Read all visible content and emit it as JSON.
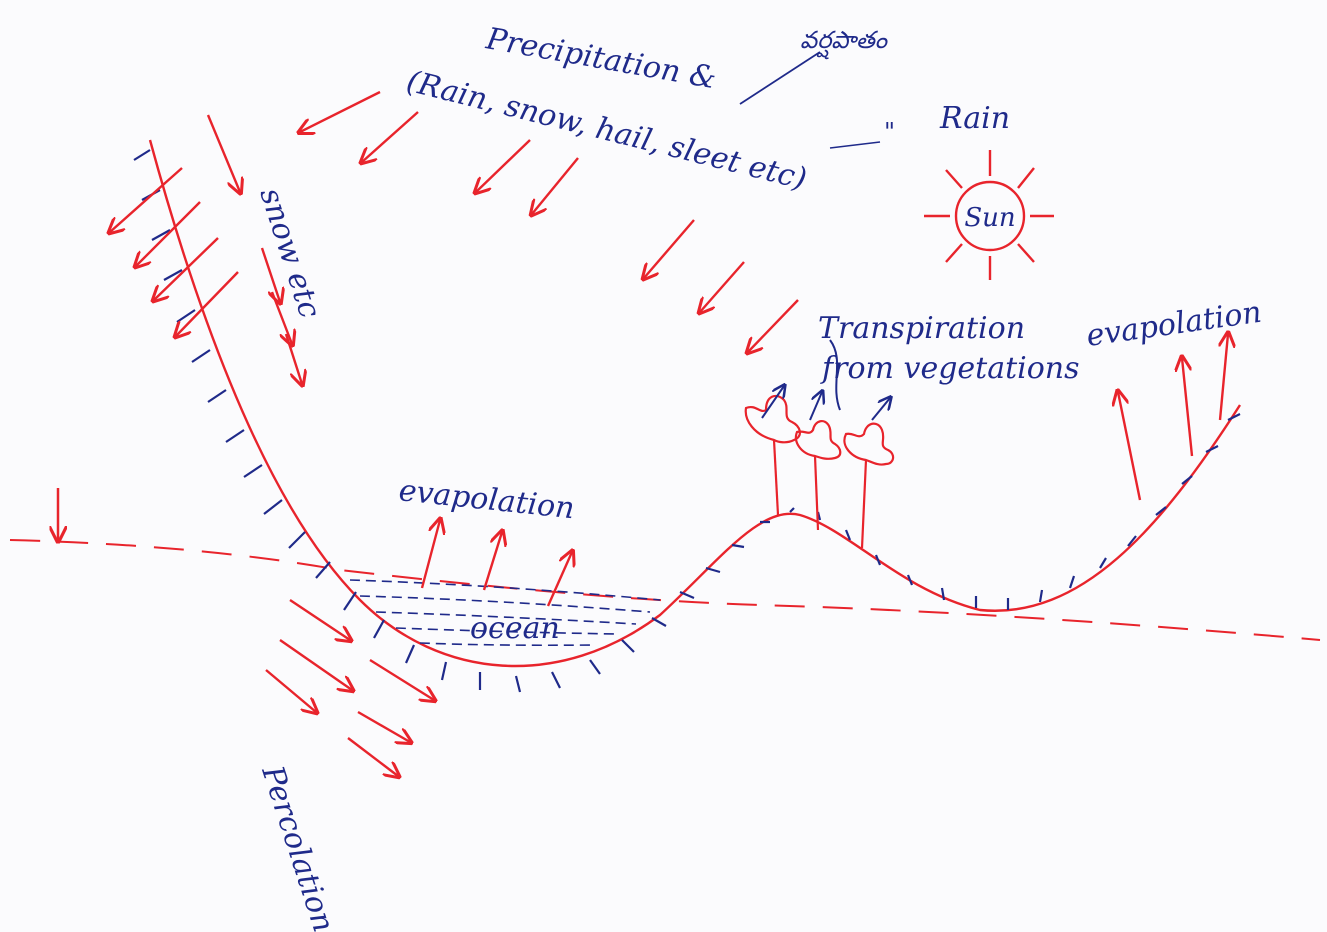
{
  "labels": {
    "precipitation_line1": "Precipitation &",
    "precipitation_line2": "(Rain, snow, hail, sleet etc)",
    "telugu_annotation": "వర్షపాతం",
    "rain": "Rain",
    "ditto_mark": "\"",
    "sun": "Sun",
    "snow_etc": "snow etc",
    "transpiration_line1": "Transpiration",
    "transpiration_line2": "from vegetations",
    "evaporation_right": "evapolation",
    "evaporation_ocean": "evapolation",
    "ocean": "ocean",
    "percolation": "Percolation"
  },
  "colors": {
    "arrow": "#e8242c",
    "ink": "#1f2a8a",
    "paper": "#fbfbfd"
  }
}
